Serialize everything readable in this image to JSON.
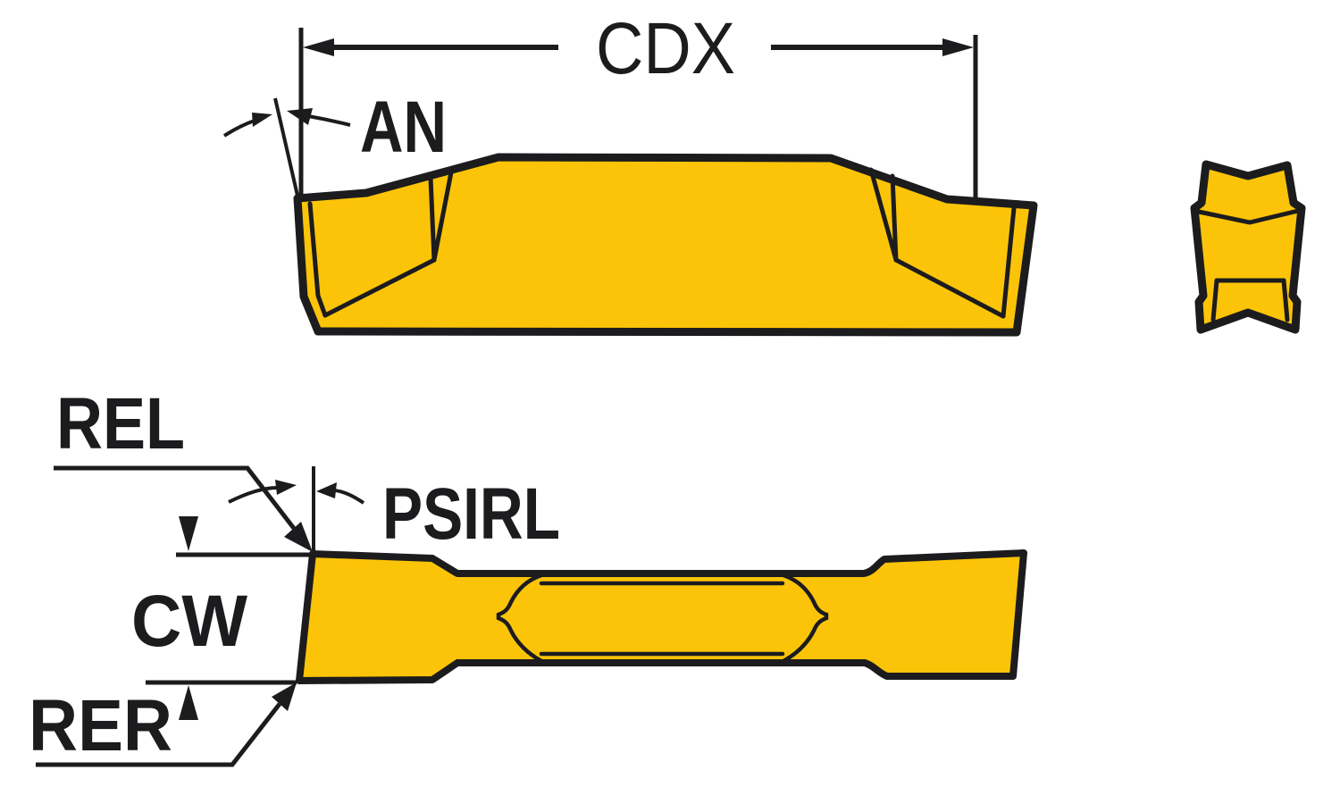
{
  "diagram": {
    "title_labels": {
      "cdx": "CDX",
      "an": "AN",
      "rel": "REL",
      "psirl": "PSIRL",
      "cw": "CW",
      "rer": "RER"
    },
    "colors": {
      "insert_fill": "#FCC408",
      "line": "#1C1C1E"
    }
  }
}
